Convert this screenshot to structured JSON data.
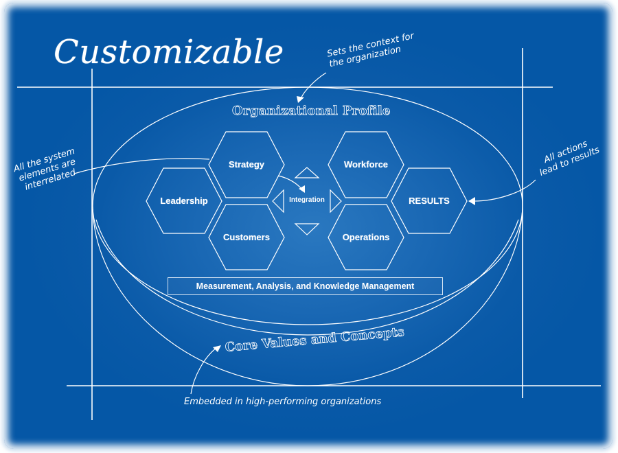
{
  "title": "Customizable",
  "diagram": {
    "top_label": "Organizational Profile",
    "bottom_label": "Core Values and Concepts",
    "foundation_box": "Measurement, Analysis, and Knowledge Management",
    "center": {
      "label": "Integration",
      "arrows": [
        "up",
        "left",
        "right",
        "down"
      ]
    },
    "hexagons": [
      {
        "id": "leadership",
        "label": "Leadership"
      },
      {
        "id": "strategy",
        "label": "Strategy"
      },
      {
        "id": "customers",
        "label": "Customers"
      },
      {
        "id": "workforce",
        "label": "Workforce"
      },
      {
        "id": "operations",
        "label": "Operations"
      },
      {
        "id": "results",
        "label": "RESULTS"
      }
    ]
  },
  "annotations": {
    "context": {
      "line1": "Sets the context for",
      "line2": "the organization"
    },
    "interrelated": {
      "line1": "All the system",
      "line2": "elements are",
      "line3": "interrelated"
    },
    "results": {
      "line1": "All actions",
      "line2": "lead to results"
    },
    "embedded": "Embedded in high-performing organizations"
  },
  "colors": {
    "background": "#0557a6",
    "background_center": "#2a78c0",
    "line": "#ffffff"
  }
}
